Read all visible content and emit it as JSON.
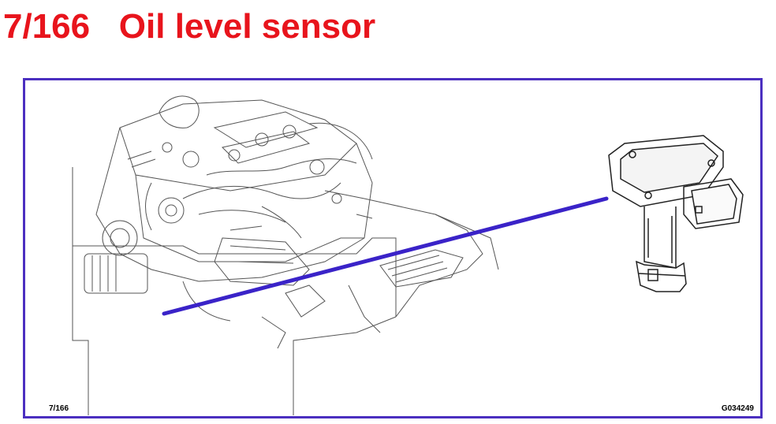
{
  "header": {
    "code": "7/166",
    "name": "Oil level sensor",
    "title_color": "#e8141c"
  },
  "figure": {
    "ref_left": "7/166",
    "ref_right": "G034249",
    "frame_color": "#4b2fc0",
    "leader_color": "#3a23c8",
    "subjects": [
      "engine-illustration",
      "oil-level-sensor-illustration"
    ]
  }
}
